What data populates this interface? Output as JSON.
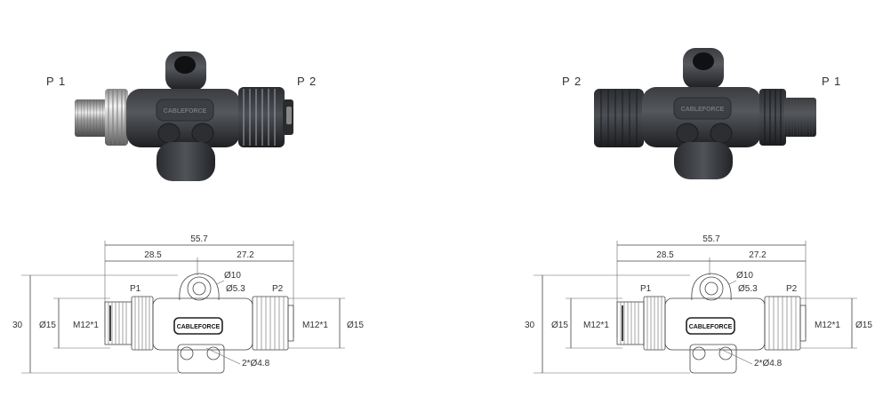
{
  "photos": [
    {
      "left_label": "P 1",
      "right_label": "P 2",
      "brand": "CABLEFORCE"
    },
    {
      "left_label": "P 2",
      "right_label": "P 1",
      "brand": "CABLEFORCE"
    }
  ],
  "drawings": [
    {
      "overall_length": "55.7",
      "left_length": "28.5",
      "right_length": "27.2",
      "top_port_outer": "Ø10",
      "top_port_inner": "Ø5.3",
      "left_port": "P1",
      "right_port": "P2",
      "height": "30",
      "left_diameter": "Ø15",
      "left_thread": "M12*1",
      "right_thread": "M12*1",
      "right_diameter": "Ø15",
      "brand": "CABLEFORCE",
      "holes": "2*Ø4.8"
    },
    {
      "overall_length": "55.7",
      "left_length": "28.5",
      "right_length": "27.2",
      "top_port_outer": "Ø10",
      "top_port_inner": "Ø5.3",
      "left_port": "P1",
      "right_port": "P2",
      "height": "30",
      "left_diameter": "Ø15",
      "left_thread": "M12*1",
      "right_thread": "M12*1",
      "right_diameter": "Ø15",
      "brand": "CABLEFORCE",
      "holes": "2*Ø4.8"
    }
  ]
}
